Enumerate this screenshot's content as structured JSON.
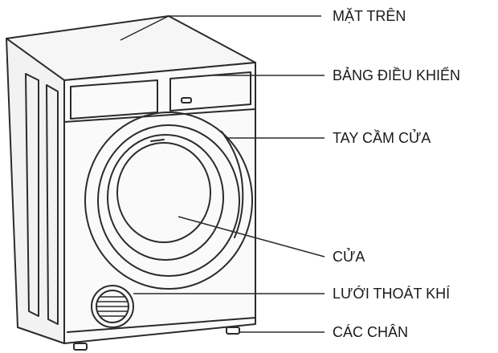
{
  "diagram": {
    "labels": {
      "top_panel": "MẶT TRÊN",
      "control_panel": "BẢNG ĐIỀU KHIỂN",
      "door_handle": "TAY CẦM CỬA",
      "door": "CỬA",
      "exhaust_grille": "LƯỚI THOÁT KHÍ",
      "feet": "CÁC CHÂN"
    },
    "line_color": "#2b2b2b",
    "fill_color": "#f4f4f4"
  }
}
